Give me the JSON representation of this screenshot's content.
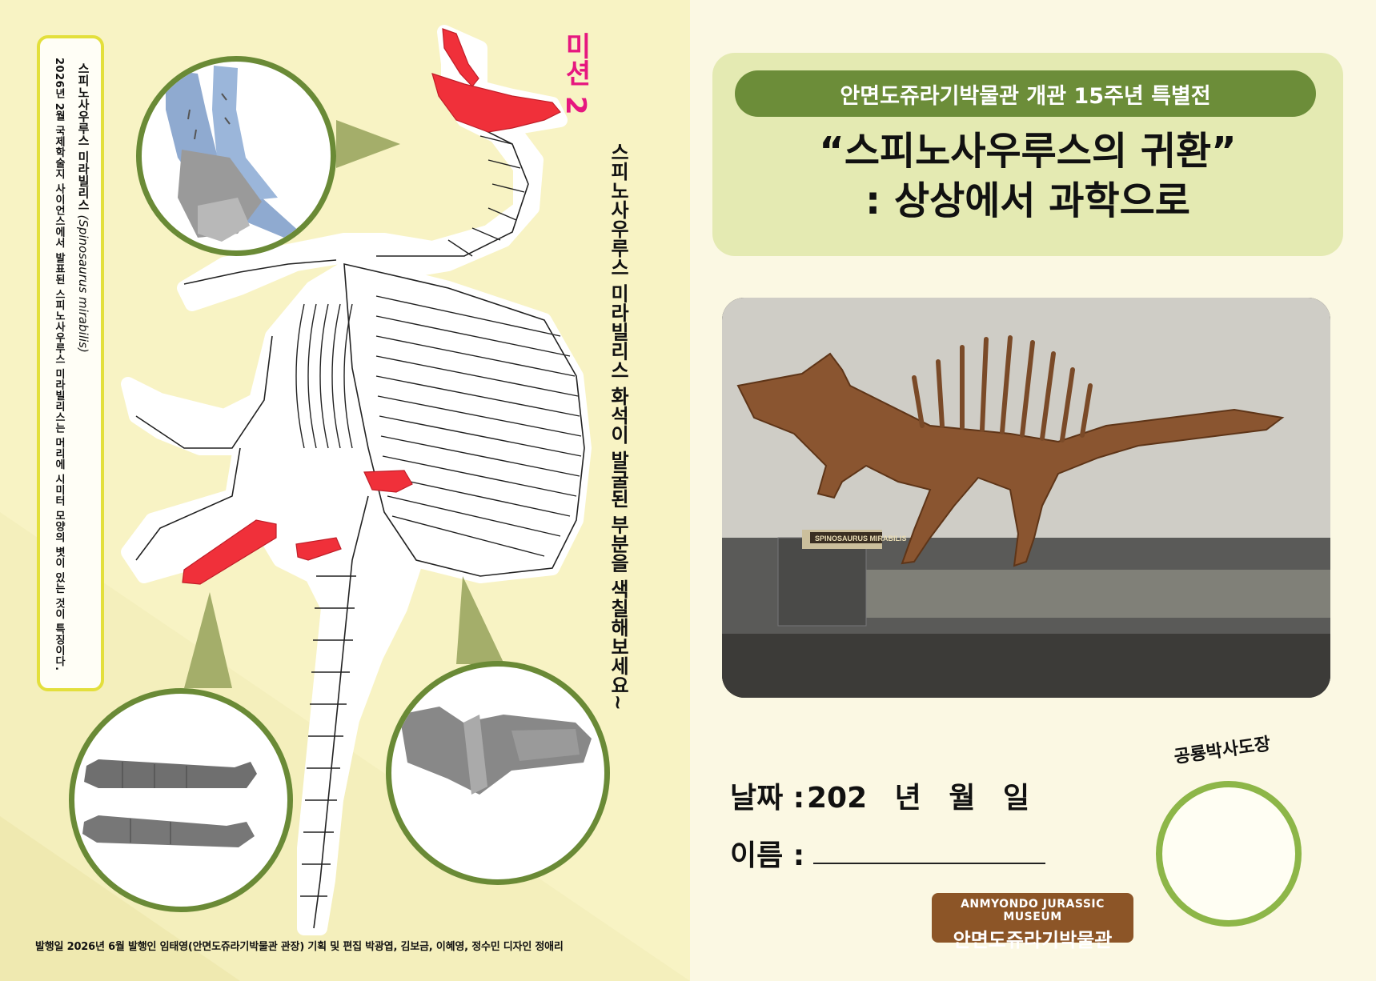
{
  "left_page": {
    "mission_label": "미션 2",
    "mission_text": "스피노사우루스 미라빌리스 화석이 발굴된 부분을 색칠해보세요~",
    "info": {
      "species_ko": "스피노사우루스 미라빌리스",
      "species_latin": "(Spinosaurus mirabilis)",
      "description": "2026년 2월 국제학술지 사이언스에서 발표된 스피노사우루스 미라빌리스는 머리에 시미터 모양의 볏이 있는 것이 특징이다."
    },
    "credits": "발행일 2026년 6월    발행인 임태영(안면도쥬라기박물관 관장)    기획 및 편집 박광엽, 김보금, 이혜영, 정수민    디자인 정애리"
  },
  "right_page": {
    "subtitle": "안면도쥬라기박물관 개관 15주년 특별전",
    "title_line1": "“스피노사우루스의 귀환”",
    "title_line2": ": 상상에서 과학으로",
    "photo_sign": "SPINOSAURUS MIRABILIS",
    "date_label": "날짜 :",
    "date_value": "202 년 월 일",
    "name_label": "이름 :",
    "stamp_label": "공룡박사도장",
    "logo_en": "ANMYONDO JURASSIC MUSEUM",
    "logo_ko": "안면도쥬라기박물관"
  },
  "colors": {
    "accent_green": "#6c8d39",
    "highlight_red": "#f0303a",
    "mission_pink": "#e6177f",
    "stamp_green": "#8db648",
    "logo_brown": "#8c5527"
  }
}
